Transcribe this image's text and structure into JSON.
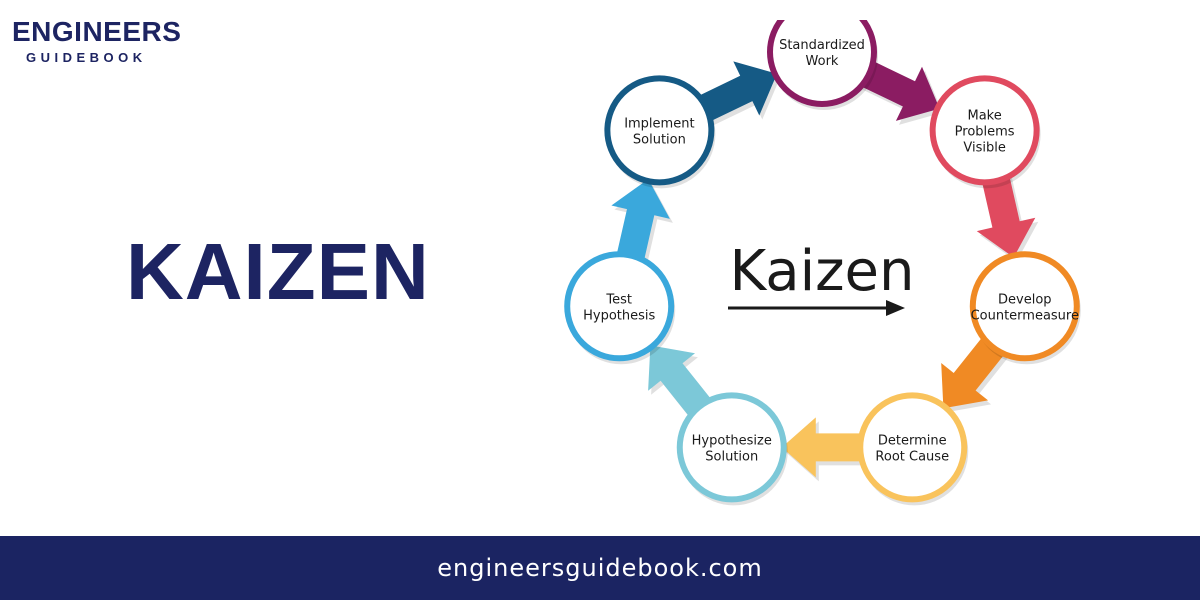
{
  "brand": {
    "name": "ENGINEERS",
    "tagline": "GUIDEBOOK"
  },
  "headline": "KAIZEN",
  "diagram": {
    "center_label": "Kaizen",
    "steps": [
      {
        "lines": [
          "Standardized",
          "Work"
        ],
        "color": "#8b1c62"
      },
      {
        "lines": [
          "Make",
          "Problems",
          "Visible"
        ],
        "color": "#e04a5f"
      },
      {
        "lines": [
          "Develop",
          "Countermeasure"
        ],
        "color": "#f08a24"
      },
      {
        "lines": [
          "Determine",
          "Root Cause"
        ],
        "color": "#f9c35c"
      },
      {
        "lines": [
          "Hypothesize",
          "Solution"
        ],
        "color": "#7cc8d8"
      },
      {
        "lines": [
          "Test",
          "Hypothesis"
        ],
        "color": "#3aa8dc"
      },
      {
        "lines": [
          "Implement",
          "Solution"
        ],
        "color": "#155a85"
      }
    ]
  },
  "footer": {
    "url": "engineersguidebook.com"
  }
}
